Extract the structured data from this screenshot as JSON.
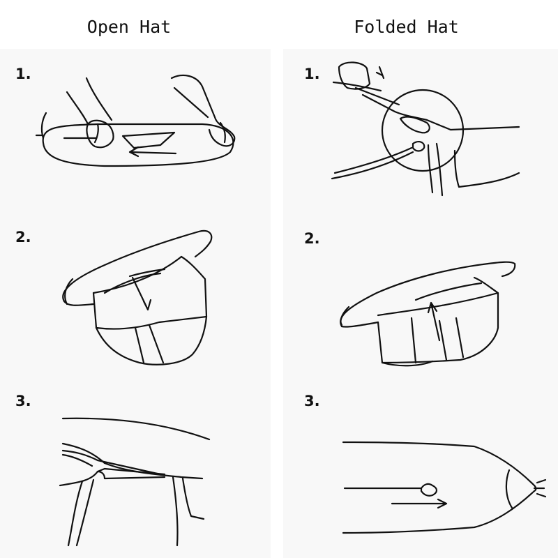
{
  "columns": [
    {
      "title": "Open Hat",
      "steps": [
        {
          "number": "1."
        },
        {
          "number": "2."
        },
        {
          "number": "3."
        }
      ]
    },
    {
      "title": "Folded Hat",
      "steps": [
        {
          "number": "1."
        },
        {
          "number": "2."
        },
        {
          "number": "3."
        }
      ]
    }
  ]
}
